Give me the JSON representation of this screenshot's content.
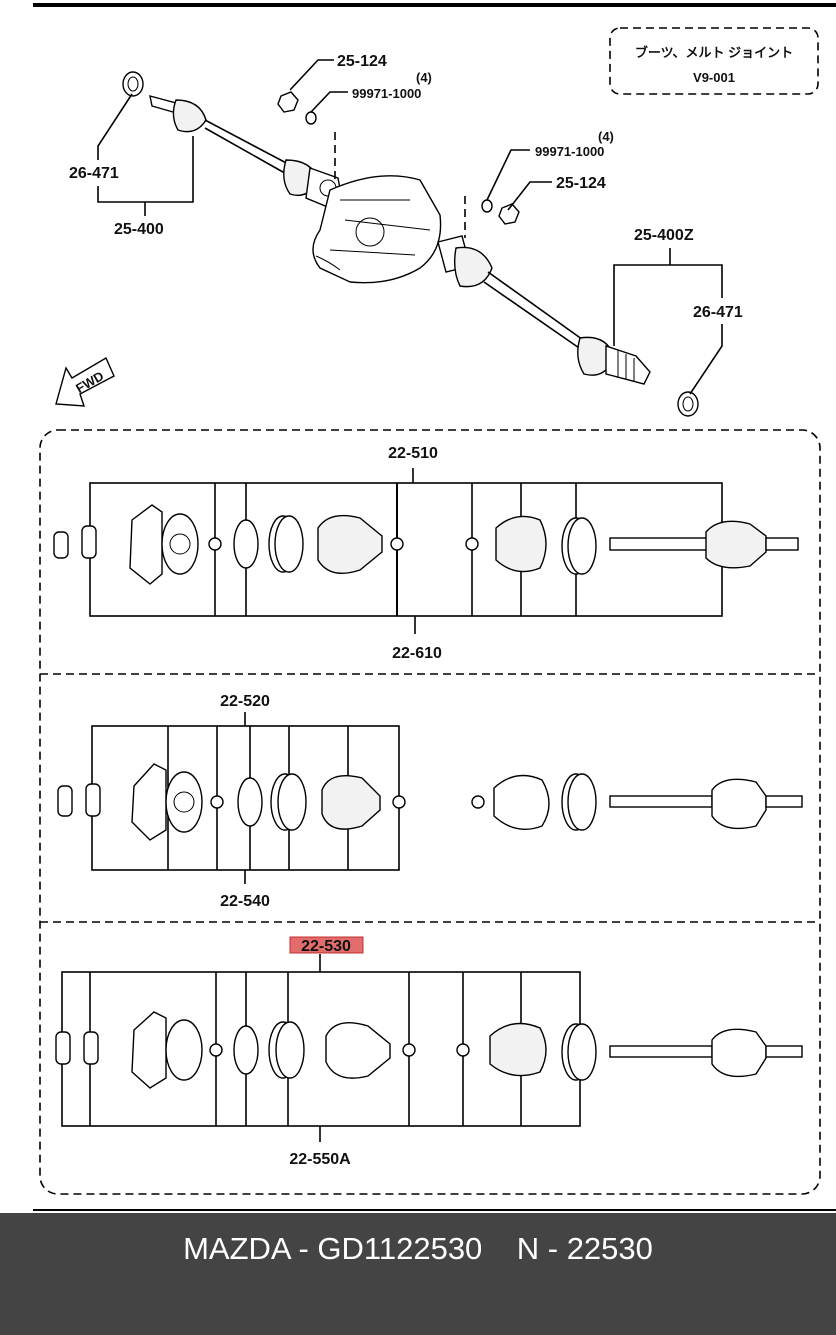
{
  "top_assembly": {
    "callouts": [
      {
        "id": "nut-left",
        "text": "25-124"
      },
      {
        "id": "washer-left",
        "text": "99971-1000"
      },
      {
        "id": "washer-left-qty",
        "text": "(4)"
      },
      {
        "id": "boot-nut-left",
        "text": "26-471"
      },
      {
        "id": "shaft-left",
        "text": "25-400"
      },
      {
        "id": "washer-right",
        "text": "99971-1000"
      },
      {
        "id": "washer-right-qty",
        "text": "(4)"
      },
      {
        "id": "nut-right",
        "text": "25-124"
      },
      {
        "id": "shaft-right",
        "text": "25-400Z"
      },
      {
        "id": "boot-nut-right",
        "text": "26-471"
      }
    ],
    "fwd_label": "FWD"
  },
  "title_box": {
    "line1": "ブーツ、メルト ジョイント",
    "line2": "V9-001"
  },
  "panels": [
    {
      "top_label": "22-510",
      "bottom_label": "22-610"
    },
    {
      "top_label": "22-520",
      "bottom_label": "22-540"
    },
    {
      "top_label": "22-530",
      "bottom_label": "22-550A",
      "highlight_color": "#e36c6c"
    }
  ],
  "footer": {
    "text": "MAZDA - GD1122530    N - 22530",
    "background": "#444444"
  }
}
